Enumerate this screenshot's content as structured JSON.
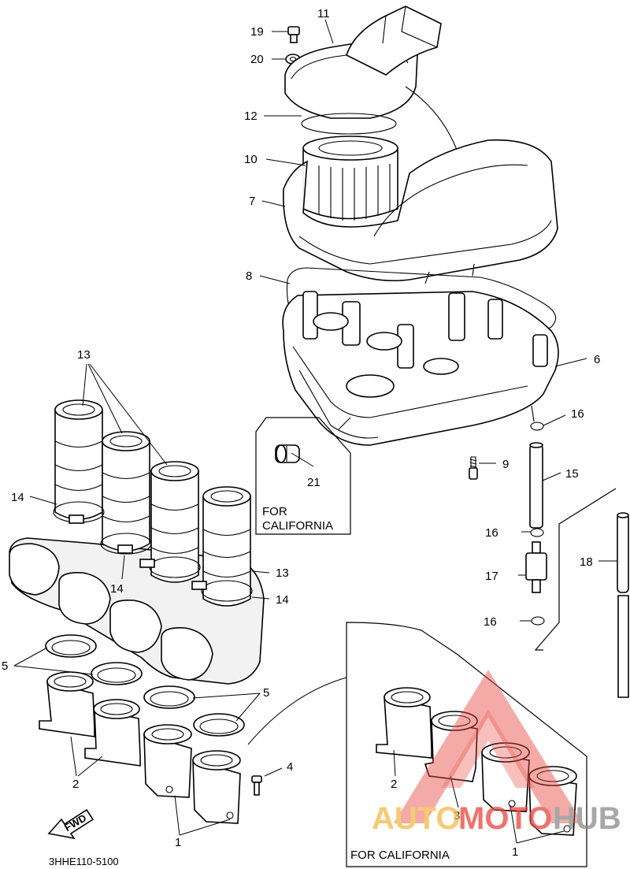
{
  "diagram_code": "3HHE110-5100",
  "notes": {
    "california_upper": "FOR\nCALIFORNIA",
    "california_upper_line1": "FOR",
    "california_upper_line2": "CALIFORNIA",
    "california_lower": "FOR CALIFORNIA",
    "fwd": "FWD"
  },
  "watermark": {
    "part1": "AUTO",
    "part2": "MOTO",
    "part3": "HUB",
    "colors": {
      "auto": "#f5b942",
      "moto": "#e8453c",
      "hub": "#8a8a8a"
    }
  },
  "callouts": {
    "c1": "1",
    "c1b": "1",
    "c2": "2",
    "c2b": "2",
    "c3": "3",
    "c4": "4",
    "c5a": "5",
    "c5b": "5",
    "c6": "6",
    "c7": "7",
    "c8": "8",
    "c9": "9",
    "c10": "10",
    "c11": "11",
    "c12": "12",
    "c13a": "13",
    "c13b": "13",
    "c14a": "14",
    "c14b": "14",
    "c14c": "14",
    "c15": "15",
    "c16a": "16",
    "c16b": "16",
    "c16c": "16",
    "c17": "17",
    "c18": "18",
    "c19": "19",
    "c20": "20",
    "c21": "21"
  }
}
